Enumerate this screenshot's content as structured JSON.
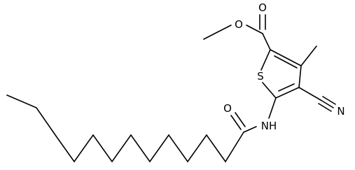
{
  "molecule": {
    "atoms": {
      "carbonyl_o_ester": "O",
      "ester_o": "O",
      "ring_sulfur": "S",
      "nitrile_n": "N",
      "amide_nh": "NH",
      "amide_o": "O"
    }
  },
  "colors": {
    "background": "#ffffff",
    "ink": "#000000"
  }
}
